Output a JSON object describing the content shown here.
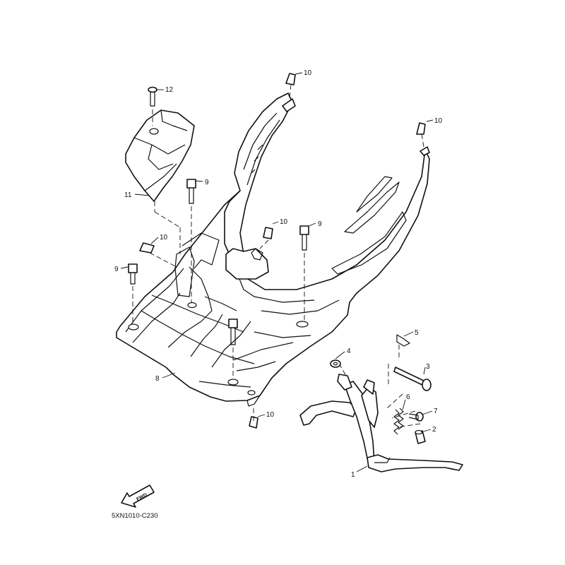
{
  "diagram": {
    "diagram_code": "5XN1010-C230",
    "fwd_label": "FWD",
    "callouts": [
      {
        "id": "c1",
        "label": "1"
      },
      {
        "id": "c2",
        "label": "2"
      },
      {
        "id": "c3",
        "label": "3"
      },
      {
        "id": "c4",
        "label": "4"
      },
      {
        "id": "c5",
        "label": "5"
      },
      {
        "id": "c6",
        "label": "6"
      },
      {
        "id": "c7",
        "label": "7"
      },
      {
        "id": "c8",
        "label": "8"
      },
      {
        "id": "c9a",
        "label": "9"
      },
      {
        "id": "c9b",
        "label": "9"
      },
      {
        "id": "c9c",
        "label": "9"
      },
      {
        "id": "c10a",
        "label": "10"
      },
      {
        "id": "c10b",
        "label": "10"
      },
      {
        "id": "c10c",
        "label": "10"
      },
      {
        "id": "c10d",
        "label": "10"
      },
      {
        "id": "c10e",
        "label": "10"
      },
      {
        "id": "c11",
        "label": "11"
      },
      {
        "id": "c12",
        "label": "12"
      }
    ]
  }
}
